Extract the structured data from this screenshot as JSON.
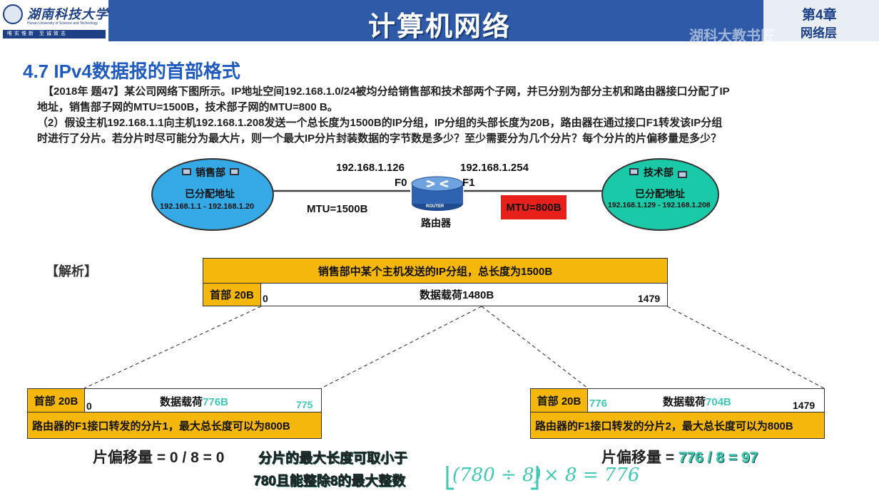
{
  "header": {
    "logo_text": "湖南科技大学",
    "logo_sub": "Hunan University of Science and Technology",
    "logo_motto": "唯实惟新 至诚致志",
    "title": "计算机网络",
    "chapter": "第4章",
    "chapter_sub": "网络层",
    "watermark": "湖科大教书匠"
  },
  "section_title": "4.7 IPv4数据报的首部格式",
  "problem": {
    "line1": "【2018年 题47】某公司网络下图所示。IP地址空间192.168.1.0/24被均分给销售部和技术部两个子网，并已分别为部分主机和路由器接口分配了IP",
    "line2": "地址，销售部子网的MTU=1500B，技术部子网的MTU=800 B。",
    "line3": "（2）假设主机192.168.1.1向主机192.168.1.208发送一个总长度为1500B的IP分组，IP分组的头部长度为20B，路由器在通过接口F1转发该IP分组",
    "line4": "时进行了分片。若分片时尽可能分为最大片，则一个最大IP分片封装数据的字节数是多少？至少需要分为几个分片？每个分片的片偏移量是多少？"
  },
  "network": {
    "left": {
      "name": "销售部",
      "assigned": "已分配地址",
      "range": "192.168.1.1 - 192.168.1.20",
      "fill": "#35a9e6"
    },
    "right": {
      "name": "技术部",
      "assigned": "已分配地址",
      "range": "192.168.1.129 - 192.168.1.208",
      "fill": "#19c9a8"
    },
    "router": {
      "label": "路由器",
      "badge": "ROUTER",
      "f0_ip": "192.168.1.126",
      "f1_ip": "192.168.1.254",
      "f0": "F0",
      "f1": "F1"
    },
    "mtu_left": "MTU=1500B",
    "mtu_right": "MTU=800B",
    "mtu_right_bg": "#e8201c"
  },
  "analysis": {
    "label": "【解析】",
    "original_title": "销售部中某个主机发送的IP分组，总长度为1500B",
    "header_label": "首部 20B",
    "payload_label": "数据载荷1480B",
    "start": "0",
    "end": "1479"
  },
  "frag1": {
    "header_label": "首部 20B",
    "payload_prefix": "数据载荷",
    "payload_size": "776B",
    "start": "0",
    "end": "775",
    "caption": "路由器的F1接口转发的分片1，最大总长度可以为800B",
    "offset": "片偏移量 = 0 / 8 = 0"
  },
  "frag2": {
    "header_label": "首部 20B",
    "payload_prefix": "数据载荷",
    "payload_size": "704B",
    "start": "776",
    "end": "1479",
    "caption": "路由器的F1接口转发的分片2，最大总长度可以为800B",
    "offset_prefix": "片偏移量 = ",
    "offset_value": "776 / 8 = 97"
  },
  "note": {
    "line1": "分片的最大长度可取小于",
    "line2": "780且能整除8的最大整数",
    "formula": "(780 ÷ 8)",
    "formula_tail": "× 8 = 776"
  },
  "colors": {
    "header_blue": "#2e5aa8",
    "orange": "#f5b70c",
    "teal": "#3ec9b4",
    "section_blue": "#1f5bbf"
  }
}
